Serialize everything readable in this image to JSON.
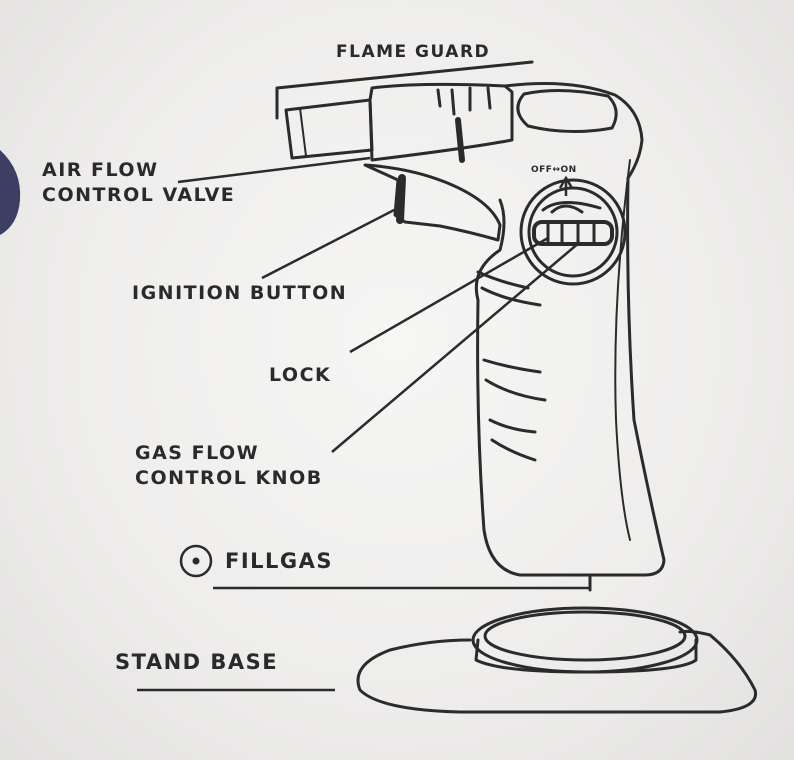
{
  "labels": {
    "flame_guard": "FLAME GUARD",
    "air_flow_line1": "AIR FLOW",
    "air_flow_line2": "CONTROL VALVE",
    "ignition_button": "IGNITION BUTTON",
    "lock": "LOCK",
    "gas_flow_line1": "GAS FLOW",
    "gas_flow_line2": "CONTROL KNOB",
    "fill_gas": "FILLGAS",
    "stand_base": "STAND BASE",
    "off_on": "OFF↔ON"
  },
  "colors": {
    "line": "#2b2b2b",
    "paper": "#f1f0ef",
    "left_edge_blob": "#3c3e63"
  }
}
